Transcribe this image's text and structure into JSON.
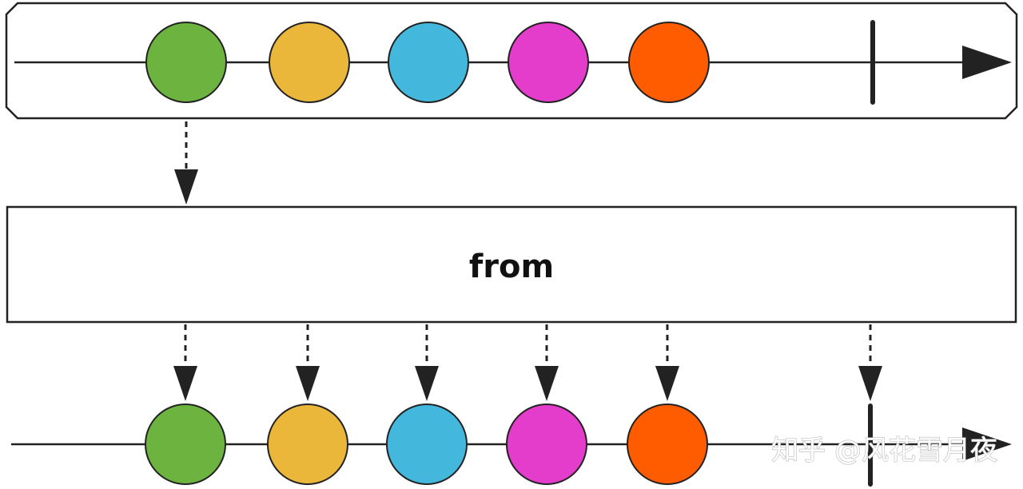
{
  "diagram": {
    "operator_label": "from",
    "watermark": "知乎 @风花雪月夜",
    "colors": {
      "line": "#222222",
      "box_fill": "#ffffff",
      "box_stroke": "#222222",
      "background": "#ffffff"
    },
    "input_items": [
      {
        "color": "#6DB33F",
        "icon": "green-marble"
      },
      {
        "color": "#EAB73B",
        "icon": "yellow-marble"
      },
      {
        "color": "#43B8DC",
        "icon": "blue-marble"
      },
      {
        "color": "#E43CCB",
        "icon": "magenta-marble"
      },
      {
        "color": "#FF5C00",
        "icon": "orange-marble"
      }
    ],
    "output_items": [
      {
        "color": "#6DB33F",
        "icon": "green-marble"
      },
      {
        "color": "#EAB73B",
        "icon": "yellow-marble"
      },
      {
        "color": "#43B8DC",
        "icon": "blue-marble"
      },
      {
        "color": "#E43CCB",
        "icon": "magenta-marble"
      },
      {
        "color": "#FF5C00",
        "icon": "orange-marble"
      }
    ],
    "input_completed": true,
    "output_completed": true
  }
}
